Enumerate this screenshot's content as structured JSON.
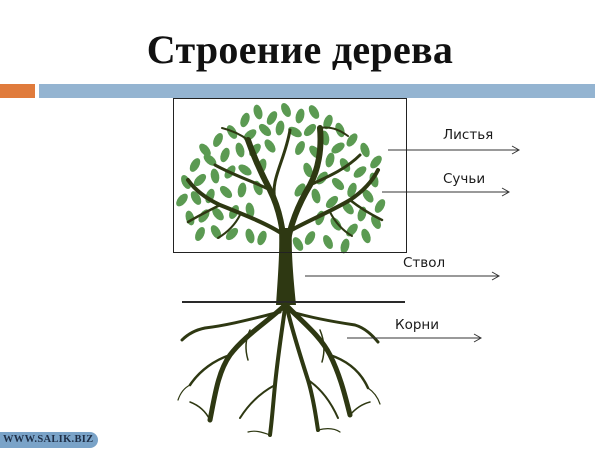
{
  "title": "Строение дерева",
  "header_bar": {
    "accent_color": "#e07b3c",
    "bar_color": "#94b4d1"
  },
  "labels": [
    {
      "id": "leaves",
      "text": "Листья"
    },
    {
      "id": "branches",
      "text": "Сучьи"
    },
    {
      "id": "trunk",
      "text": "Ствол"
    },
    {
      "id": "roots",
      "text": "Корни"
    }
  ],
  "colors": {
    "leaf": "#5b9a52",
    "wood": "#2e3812",
    "line": "#333333"
  },
  "watermark": "WWW.SALIK.BIZ"
}
